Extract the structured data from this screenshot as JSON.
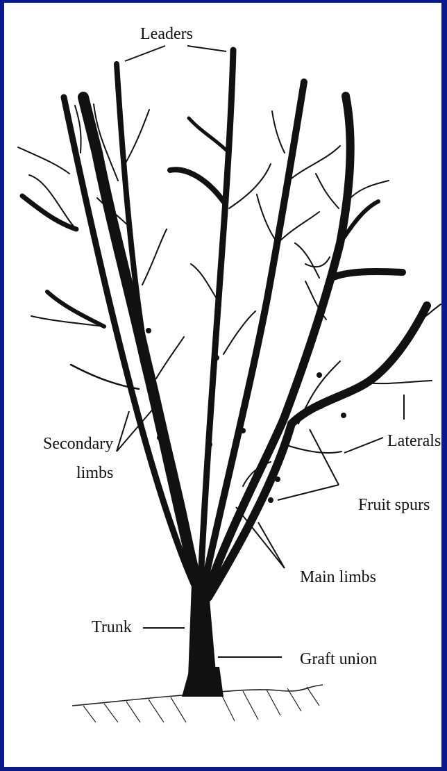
{
  "colors": {
    "border": "#0a1a8c",
    "background": "#ffffff",
    "ink": "#111111"
  },
  "labels": {
    "leaders": "Leaders",
    "secondary_limbs_line1": "Secondary",
    "secondary_limbs_line2": "limbs",
    "laterals": "Laterals",
    "fruit_spurs": "Fruit spurs",
    "main_limbs": "Main limbs",
    "trunk": "Trunk",
    "graft_union": "Graft union"
  }
}
